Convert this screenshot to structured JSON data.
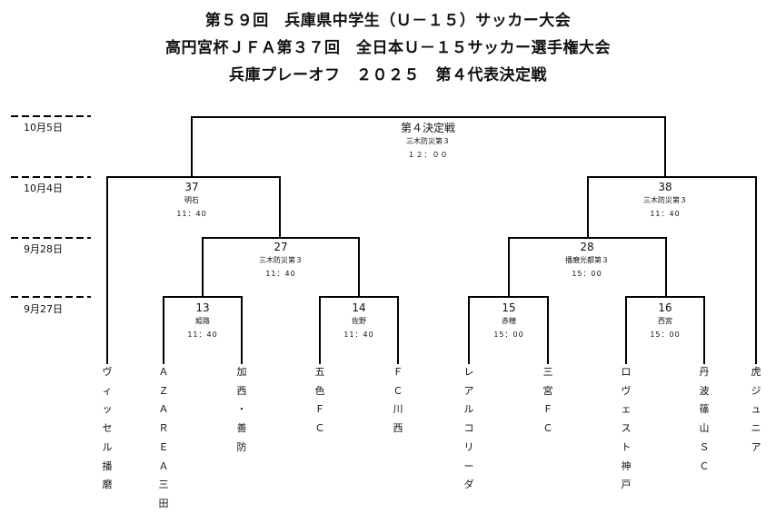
{
  "titles": [
    "第５９回　兵庫県中学生（Ｕ－１５）サッカー大会",
    "高円宮杯ＪＦＡ第３７回　全日本Ｕ－１５サッカー選手権大会",
    "兵庫プレーオフ　２０２５　第４代表決定戦"
  ],
  "dates": [
    "10月5日",
    "10月4日",
    "9月28日",
    "9月27日"
  ],
  "final": {
    "label": "第４決定戦",
    "venue": "三木防災第３",
    "time": "１２：００"
  },
  "matches": {
    "m37": {
      "num": "37",
      "venue": "明石",
      "time": "11：40"
    },
    "m38": {
      "num": "38",
      "venue": "三木防災第３",
      "time": "11：40"
    },
    "m27": {
      "num": "27",
      "venue": "三木防災第３",
      "time": "11：40"
    },
    "m28": {
      "num": "28",
      "venue": "播磨光都第３",
      "time": "15：00"
    },
    "m13": {
      "num": "13",
      "venue": "姫路",
      "time": "11：40"
    },
    "m14": {
      "num": "14",
      "venue": "佐野",
      "time": "11：40"
    },
    "m15": {
      "num": "15",
      "venue": "赤穂",
      "time": "15：00"
    },
    "m16": {
      "num": "16",
      "venue": "西宮",
      "time": "15：00"
    }
  },
  "teams": [
    "ヴィッセル播磨",
    "ＡＺＡＲＥＡ三田",
    "加西・善防",
    "五色ＦＣ",
    "ＦＣ川西",
    "レアルコリーダ",
    "三宮ＦＣ",
    "ロヴェスト神戸",
    "丹波篠山ＳＣ",
    "虎ジュニア"
  ]
}
